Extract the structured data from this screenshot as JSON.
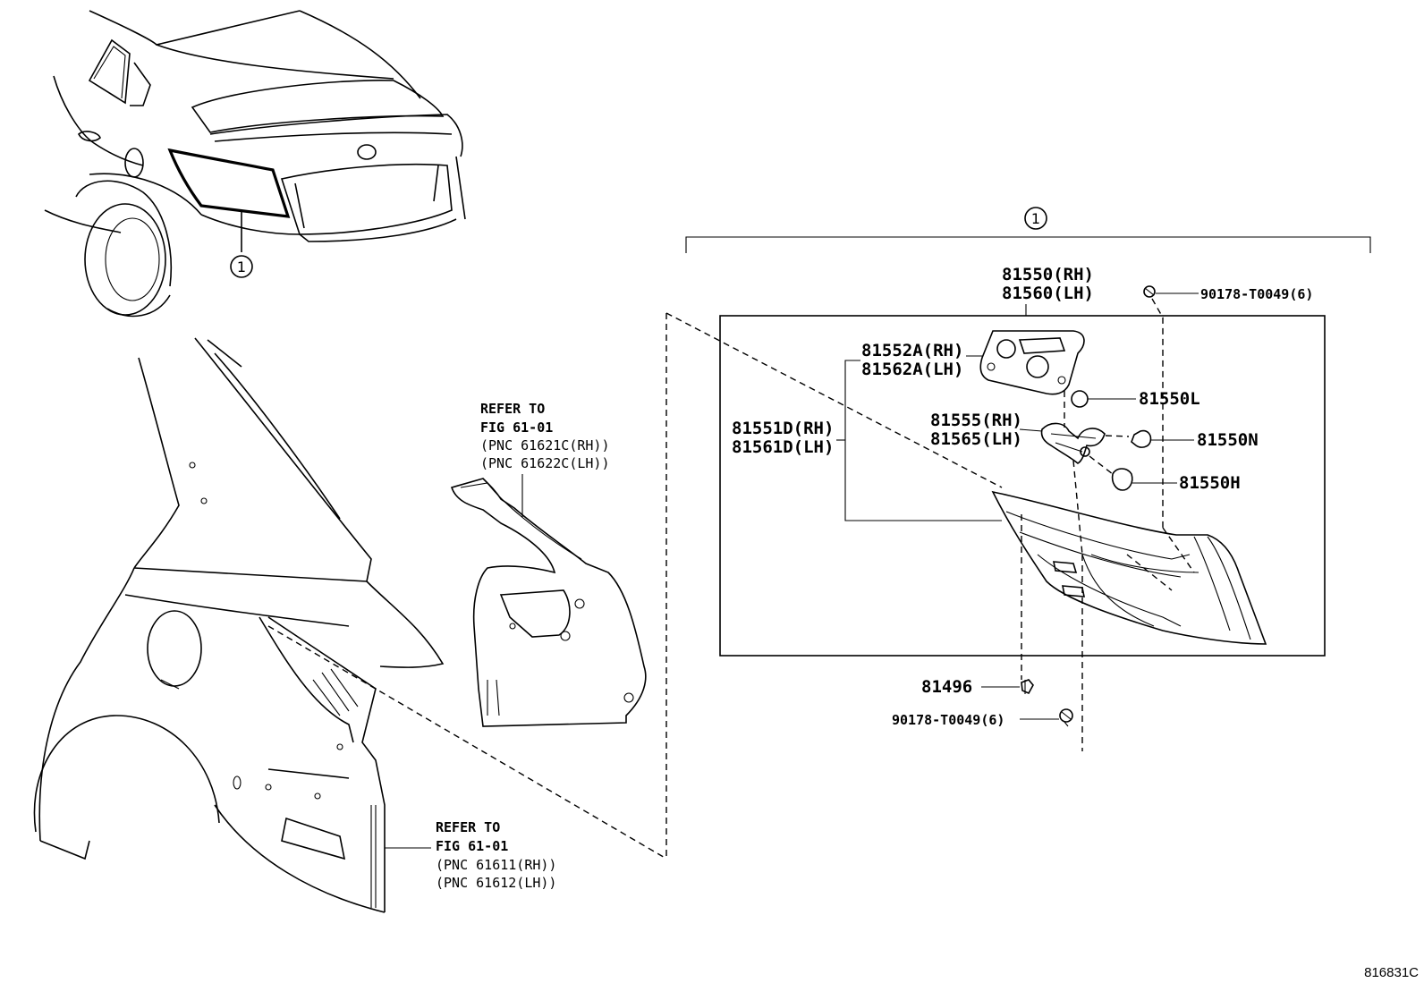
{
  "callouts": {
    "one": "1"
  },
  "labels": {
    "lamp_rh": "81550(RH)",
    "lamp_lh": "81560(LH)",
    "screw_top": "90178-T0049(6)",
    "gasket_rh": "81552A(RH)",
    "gasket_lh": "81562A(LH)",
    "lens_rh": "81551D(RH)",
    "lens_lh": "81561D(LH)",
    "socket_rh": "81555(RH)",
    "socket_lh": "81565(LH)",
    "bulb_l": "81550L",
    "bulb_n": "81550N",
    "bulb_h": "81550H",
    "clip": "81496",
    "screw_bottom": "90178-T0049(6)"
  },
  "refer_upper": {
    "title": "REFER TO",
    "fig": "FIG 61-01",
    "pnc_rh": "(PNC 61621C(RH))",
    "pnc_lh": "(PNC 61622C(LH))"
  },
  "refer_lower": {
    "title": "REFER TO",
    "fig": "FIG 61-01",
    "pnc_rh": "(PNC 61611(RH))",
    "pnc_lh": "(PNC 61612(LH))"
  },
  "diagram_id": "816831C"
}
